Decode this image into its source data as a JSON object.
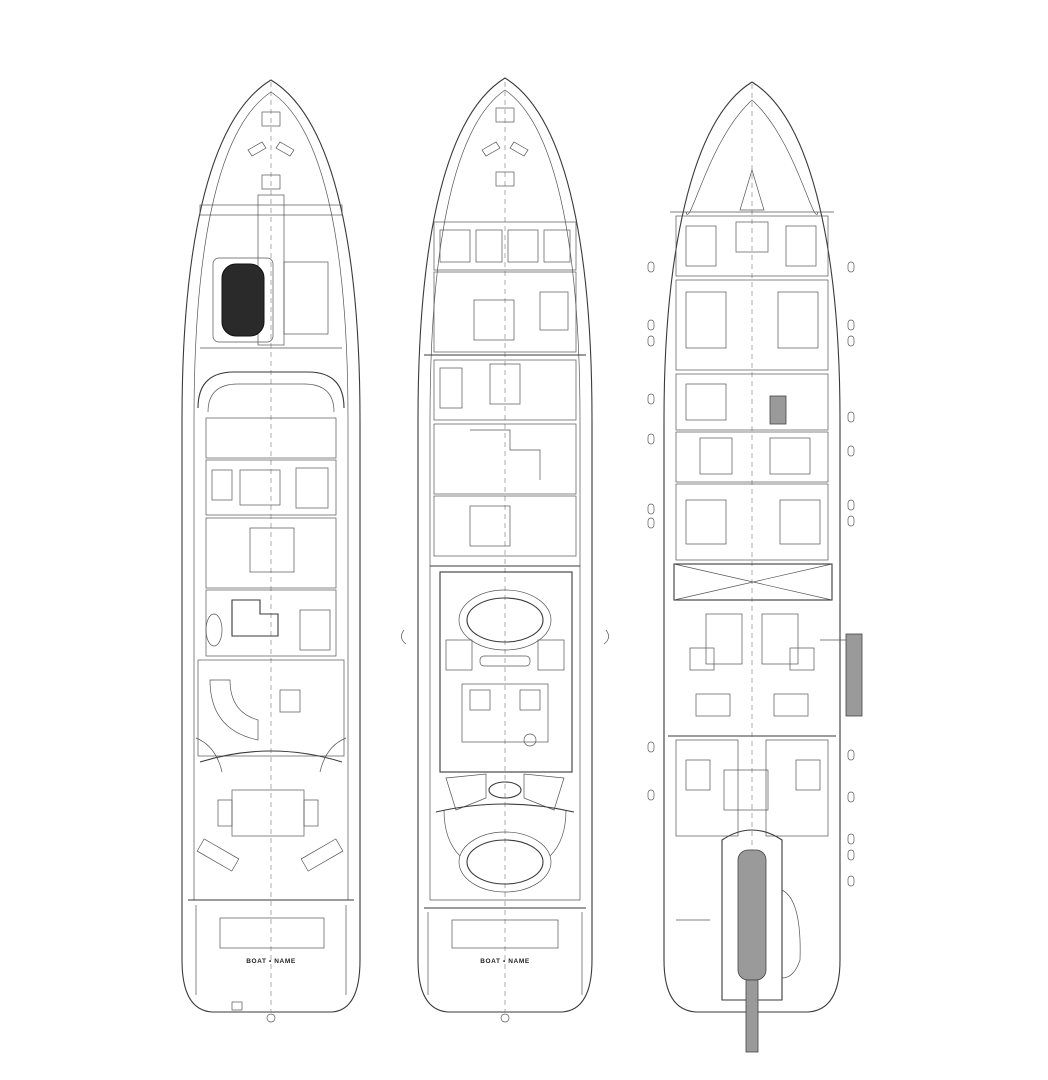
{
  "decks": [
    {
      "id": "sun-deck",
      "boat_label": "BOAT • NAME"
    },
    {
      "id": "main-deck",
      "boat_label": "BOAT • NAME"
    },
    {
      "id": "lower-deck",
      "boat_label": ""
    }
  ],
  "colors": {
    "line": "#3a3a3a",
    "fill_dark": "#2a2a2a",
    "fill_gray": "#9a9a9a",
    "background": "#ffffff"
  }
}
